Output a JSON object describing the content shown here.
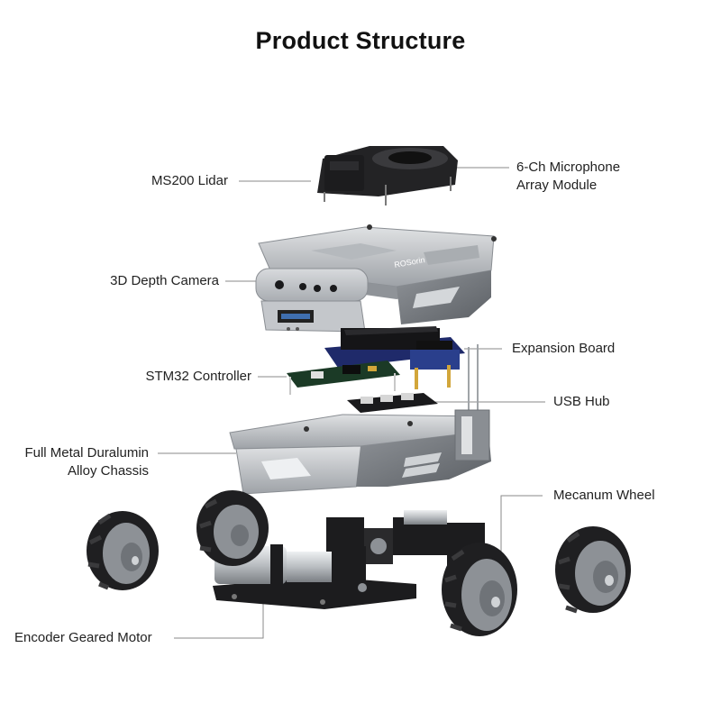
{
  "title": "Product Structure",
  "brand_mark": "ROSorin",
  "labels": {
    "ms200_lidar": "MS200 Lidar",
    "mic_array_line1": "6-Ch Microphone",
    "mic_array_line2": "Array Module",
    "depth_camera": "3D Depth Camera",
    "expansion_board": "Expansion Board",
    "stm32_controller": "STM32 Controller",
    "usb_hub": "USB Hub",
    "chassis_line1": "Full Metal Duralumin",
    "chassis_line2": "Alloy Chassis",
    "mecanum_wheel": "Mecanum Wheel",
    "encoder_motor": "Encoder Geared Motor"
  },
  "colors": {
    "metal_light": "#c9cccf",
    "metal_mid": "#9a9ea3",
    "metal_dark": "#5d6166",
    "black_part": "#1c1c1e",
    "pcb_green": "#2f6b3a",
    "pcb_blue": "#2a3f8c",
    "gold_standoff": "#d2a63a",
    "wheel_grey": "#8d9196",
    "roller_black": "#1f1f21",
    "leader_line": "#8a8a8a"
  }
}
